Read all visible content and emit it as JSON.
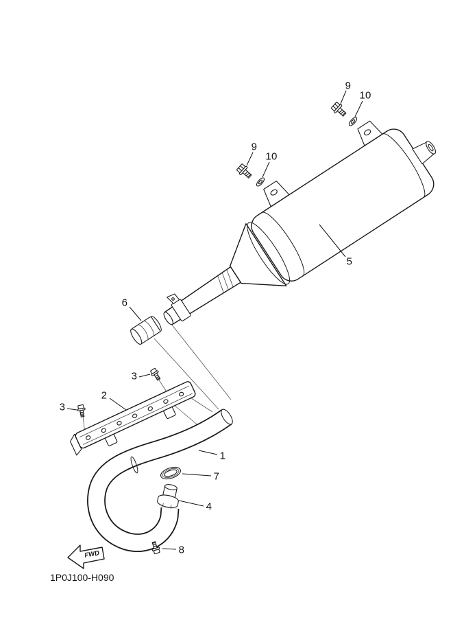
{
  "diagram": {
    "code": "1P0J100-H090",
    "fwd_label": "FWD",
    "callouts": [
      {
        "label": "9"
      },
      {
        "label": "10"
      },
      {
        "label": "9"
      },
      {
        "label": "10"
      },
      {
        "label": "5"
      },
      {
        "label": "6"
      },
      {
        "label": "3"
      },
      {
        "label": "2"
      },
      {
        "label": "3"
      },
      {
        "label": "1"
      },
      {
        "label": "7"
      },
      {
        "label": "4"
      },
      {
        "label": "8"
      }
    ]
  }
}
